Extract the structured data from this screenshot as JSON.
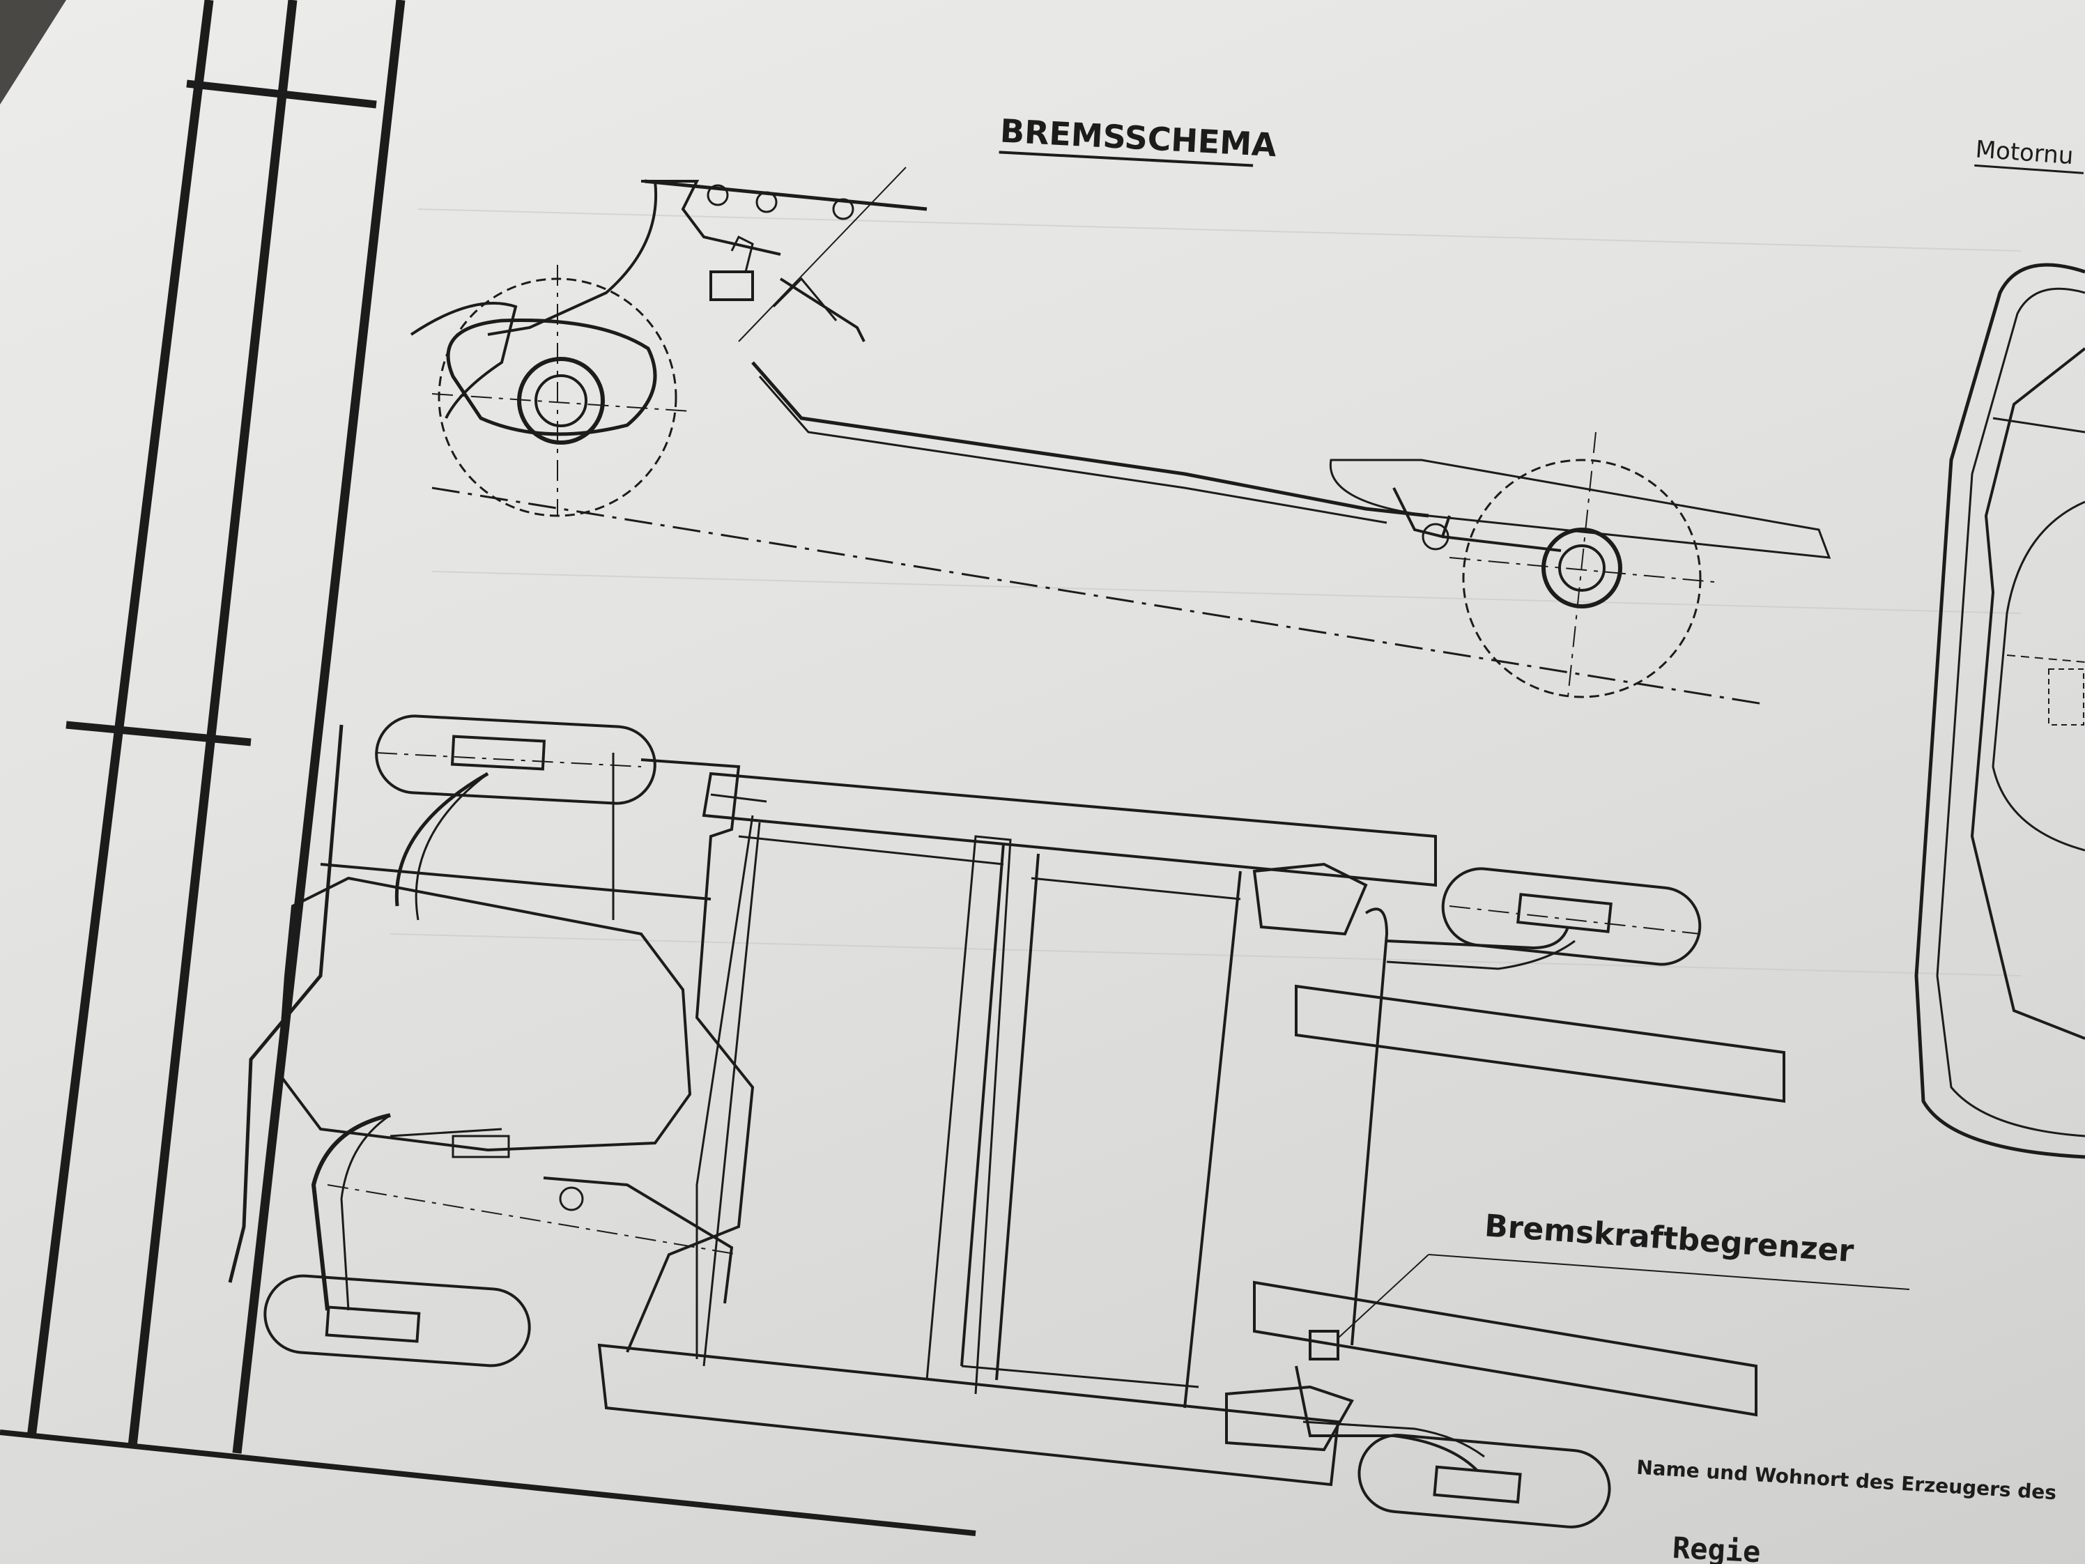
{
  "labels": {
    "title": "BREMSSCHEMA",
    "motor_label": "Motornu",
    "brake_limiter": "Bremskraftbegrenzer",
    "manufacturer": "Name und Wohnort des Erzeugers des",
    "regie": "Regie"
  },
  "colors": {
    "line": "#1c1c1c",
    "paper": "#e6e6e4",
    "background": "#4a4845"
  }
}
